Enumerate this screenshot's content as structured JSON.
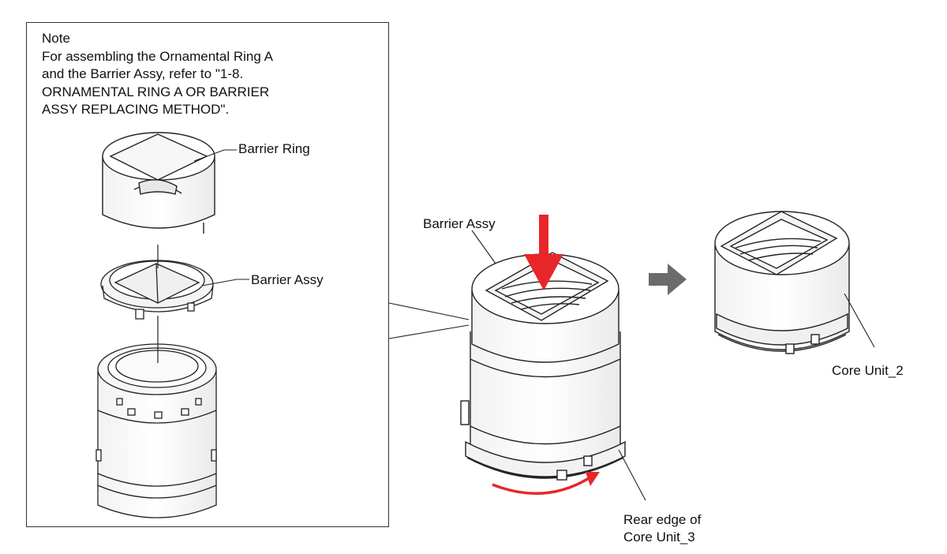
{
  "note": {
    "heading": "Note",
    "lines": [
      "For assembling the Ornamental Ring A",
      "and the Barrier Assy, refer to \"1-8.",
      "ORNAMENTAL RING A OR BARRIER",
      "ASSY REPLACING METHOD\"."
    ]
  },
  "labels": {
    "barrier_ring": "Barrier Ring",
    "barrier_assy_exploded": "Barrier Assy",
    "barrier_assy_main": "Barrier Assy",
    "core_unit_2": "Core Unit_2",
    "rear_edge_line1": "Rear edge of",
    "rear_edge_line2": "Core Unit_3"
  },
  "colors": {
    "line": "#222222",
    "arrow_red": "#e8262a",
    "arrow_gray": "#6b6b6b"
  },
  "icons": {
    "push_arrow": "arrow-down-icon",
    "rotate_arrow": "curved-arrow-icon",
    "next_step_arrow": "arrow-right-icon"
  }
}
